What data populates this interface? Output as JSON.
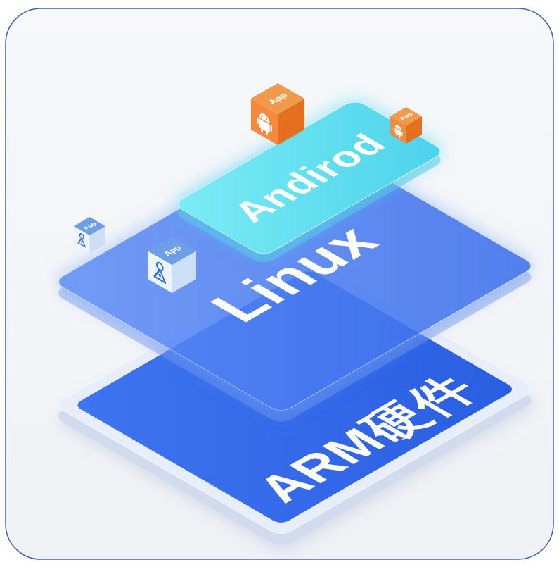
{
  "diagram": {
    "nodes": [
      {
        "text": [
          "Andirod"
        ]
      },
      {
        "text": [
          "App"
        ]
      },
      {
        "text": [
          "App"
        ]
      },
      {
        "text": [
          "App"
        ]
      },
      {
        "text": [
          "App"
        ]
      },
      {
        "text": [
          "Linux"
        ]
      },
      {
        "text": [
          "ARM硬件"
        ]
      }
    ]
  }
}
